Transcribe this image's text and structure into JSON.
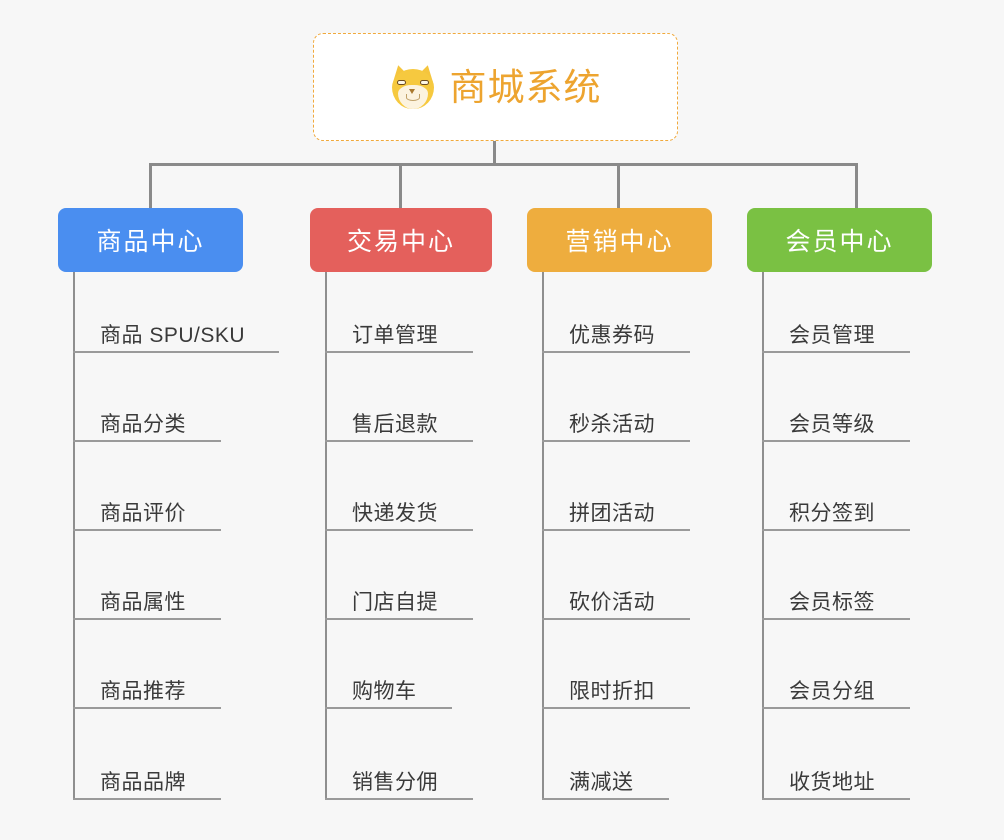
{
  "page": {
    "title": "商城系统",
    "background_color": "#f7f7f7",
    "type": "mindmap-org-chart"
  },
  "root": {
    "label": "商城系统",
    "icon": "shiba-dog-icon",
    "text_color": "#eda42f",
    "border_color": "#f0a93c",
    "background_color": "#ffffff"
  },
  "columns": [
    {
      "id": "product-center",
      "label": "商品中心",
      "color": "#4a8ef0",
      "items": [
        {
          "label": "商品 SPU/SKU"
        },
        {
          "label": "商品分类"
        },
        {
          "label": "商品评价"
        },
        {
          "label": "商品属性"
        },
        {
          "label": "商品推荐"
        },
        {
          "label": "商品品牌"
        }
      ]
    },
    {
      "id": "trade-center",
      "label": "交易中心",
      "color": "#e4605c",
      "items": [
        {
          "label": "订单管理"
        },
        {
          "label": "售后退款"
        },
        {
          "label": "快递发货"
        },
        {
          "label": "门店自提"
        },
        {
          "label": "购物车"
        },
        {
          "label": "销售分佣"
        }
      ]
    },
    {
      "id": "marketing-center",
      "label": "营销中心",
      "color": "#eead3e",
      "items": [
        {
          "label": "优惠券码"
        },
        {
          "label": "秒杀活动"
        },
        {
          "label": "拼团活动"
        },
        {
          "label": "砍价活动"
        },
        {
          "label": "限时折扣"
        },
        {
          "label": "满减送"
        }
      ]
    },
    {
      "id": "member-center",
      "label": "会员中心",
      "color": "#7ac143",
      "items": [
        {
          "label": "会员管理"
        },
        {
          "label": "会员等级"
        },
        {
          "label": "积分签到"
        },
        {
          "label": "会员标签"
        },
        {
          "label": "会员分组"
        },
        {
          "label": "收货地址"
        }
      ]
    }
  ],
  "connector_color": "#8a8a8a"
}
